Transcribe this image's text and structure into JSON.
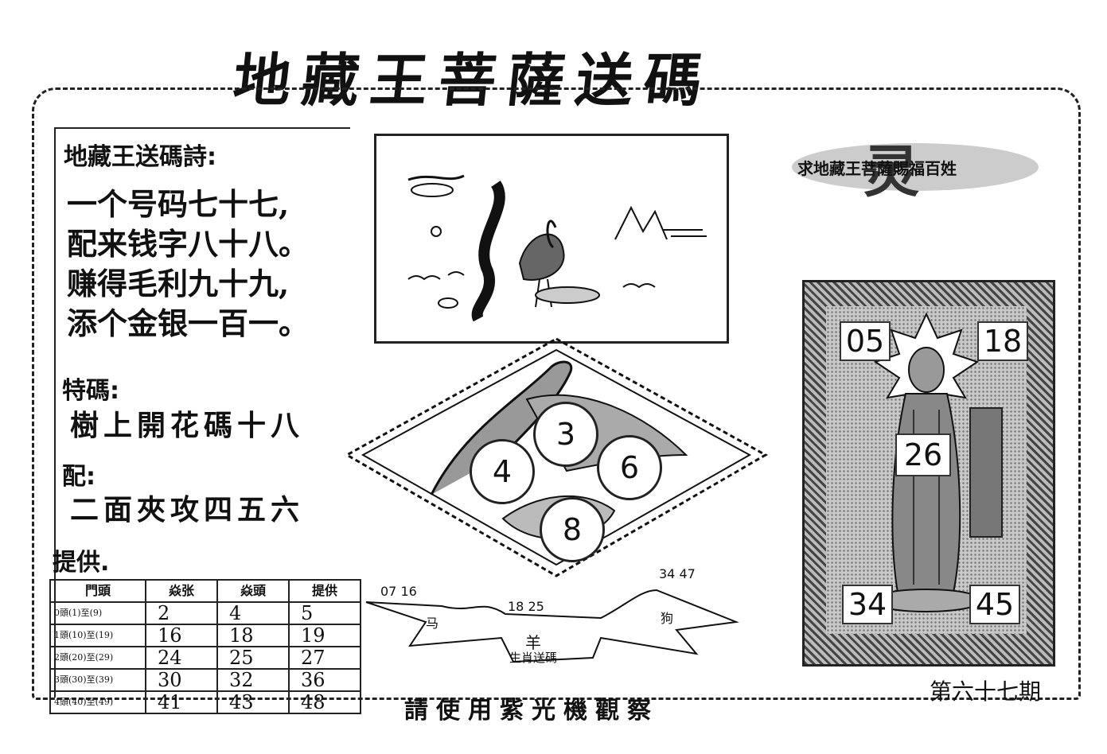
{
  "title": "地藏王菩薩送碼",
  "poem": {
    "heading": "地藏王送碼詩:",
    "lines": [
      "一个号码七十七,",
      "配来钱字八十八。",
      "赚得毛利九十九,",
      "添个金银一百一。"
    ]
  },
  "special": {
    "label": "特碼:",
    "text": "樹上開花碼十八"
  },
  "pair": {
    "label": "配:",
    "text": "二面夾攻四五六"
  },
  "provide": {
    "label": "提供.",
    "headers": [
      "門頭",
      "焱张",
      "焱頭",
      "提供"
    ],
    "rows": [
      {
        "door": "0頭(1)至(9)",
        "a": "2",
        "b": "4",
        "c": "5"
      },
      {
        "door": "1頭(10)至(19)",
        "a": "16",
        "b": "18",
        "c": "19"
      },
      {
        "door": "2頭(20)至(29)",
        "a": "24",
        "b": "25",
        "c": "27"
      },
      {
        "door": "3頭(30)至(39)",
        "a": "30",
        "b": "32",
        "c": "36"
      },
      {
        "door": "4頭(40)至(49)",
        "a": "41",
        "b": "43",
        "c": "48"
      }
    ]
  },
  "diamond_numbers": [
    "3",
    "4",
    "6",
    "8"
  ],
  "zodiac": {
    "left_nums": "07 16",
    "left_animal": "马",
    "center_nums": "18 25",
    "center_animal": "羊",
    "right_nums": "34 47",
    "right_animal": "狗",
    "caption": "生肖送碼"
  },
  "banner": "求地藏王菩薩賜福百姓",
  "deity_numbers": {
    "top_left": "05",
    "top_right": "18",
    "center": "26",
    "bottom_left": "34",
    "bottom_right": "45"
  },
  "footer": {
    "note": "請使用紫光機觀察",
    "issue": "第六十七期"
  }
}
